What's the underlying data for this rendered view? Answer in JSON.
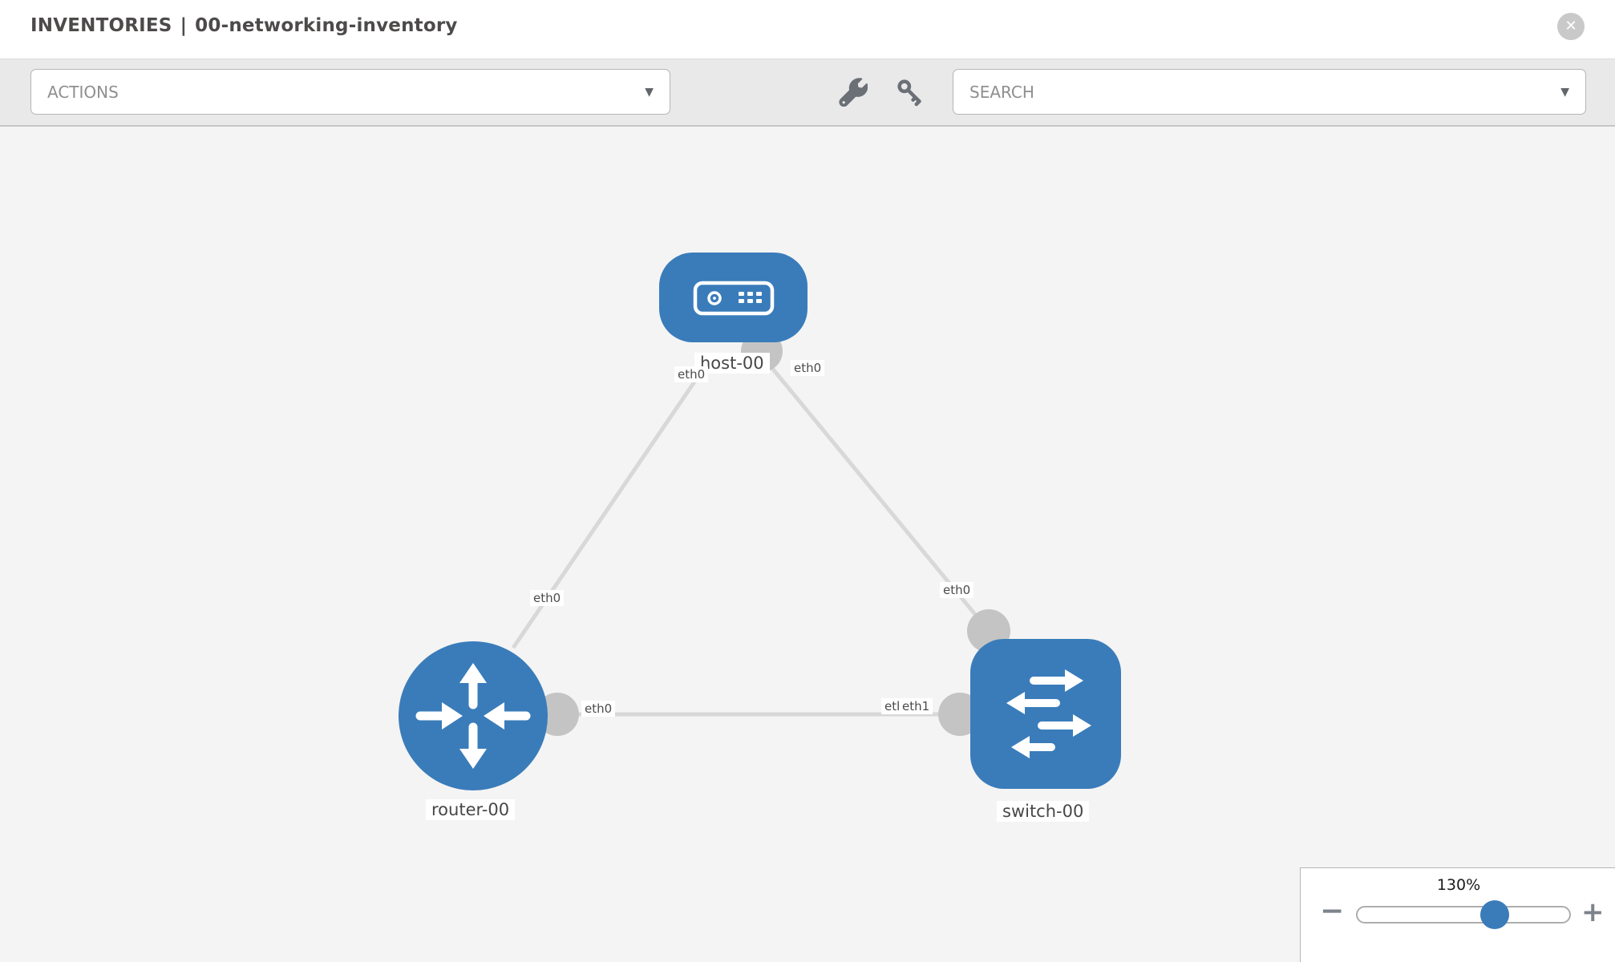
{
  "header": {
    "breadcrumb": "INVENTORIES",
    "separator": "|",
    "inventory_name": "00-networking-inventory"
  },
  "toolbar": {
    "actions_placeholder": "ACTIONS",
    "search_placeholder": "SEARCH"
  },
  "icons": {
    "close": "✕",
    "caret": "▼",
    "minus": "−",
    "plus": "+"
  },
  "zoom_control": {
    "value": "130%"
  },
  "colors": {
    "node_blue": "#3a7cba",
    "link_gray": "#d8d8d8",
    "interface_dot_gray": "#c4c4c4",
    "toolbar_bg": "#e9e9e9",
    "canvas_bg": "#f4f4f4"
  },
  "topology": {
    "nodes": [
      {
        "name": "host-00",
        "type": "host"
      },
      {
        "name": "router-00",
        "type": "router"
      },
      {
        "name": "switch-00",
        "type": "switch"
      }
    ],
    "links": [
      {
        "source": "host-00",
        "source_interface": "eth0",
        "target": "router-00",
        "target_interface": "eth0"
      },
      {
        "source": "host-00",
        "source_interface": "eth0",
        "target": "switch-00",
        "target_interface": "eth0"
      },
      {
        "source": "router-00",
        "source_interface": "eth0",
        "target": "switch-00",
        "target_interface": "eth1"
      }
    ],
    "interface_labels": {
      "host_to_router_at_host": "eth0",
      "host_to_router_at_router": "eth0",
      "host_to_switch_at_host": "eth0",
      "host_to_switch_at_switch": "eth0",
      "router_to_switch_at_router": "eth0",
      "router_to_switch_at_switch_back": "eth0",
      "router_to_switch_at_switch": "eth1"
    }
  }
}
